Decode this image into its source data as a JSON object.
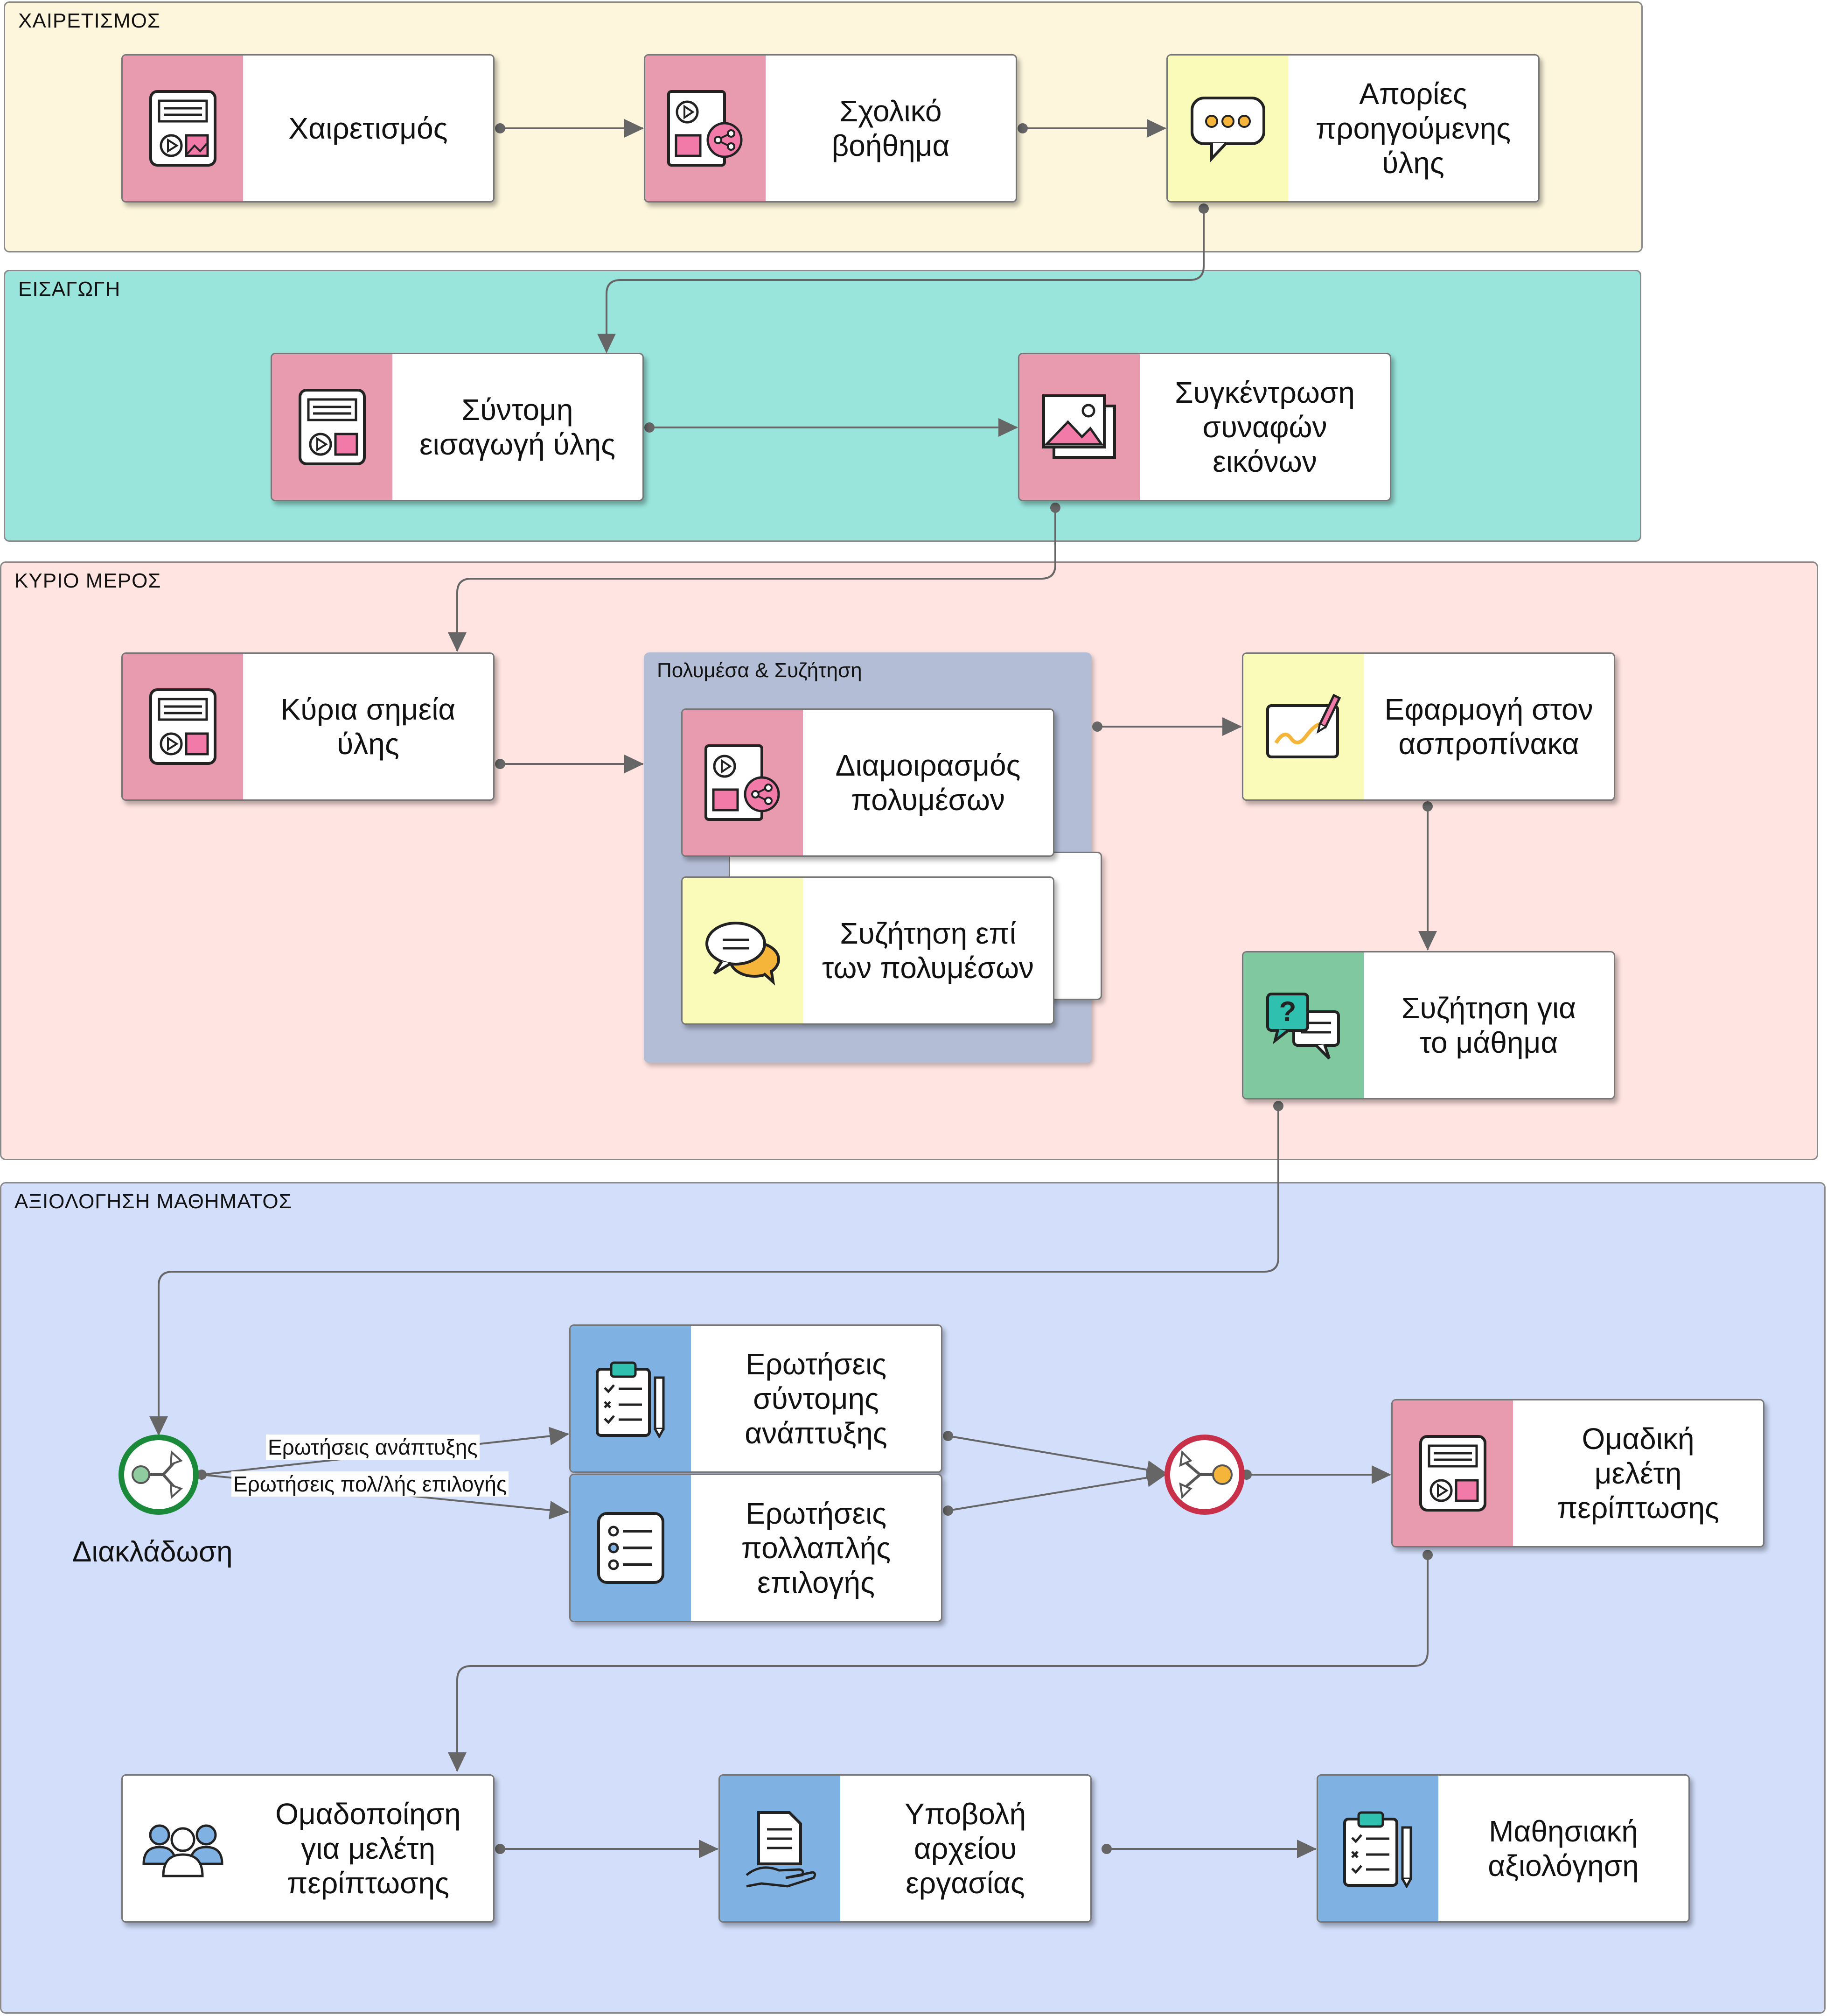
{
  "sections": {
    "greeting": "ΧΑΙΡΕΤΙΣΜΟΣ",
    "intro": "ΕΙΣΑΓΩΓΗ",
    "main": "ΚΥΡΙΟ ΜΕΡΟΣ",
    "eval": "ΑΞΙΟΛΟΓΗΣΗ ΜΑΘΗΜΑΤΟΣ"
  },
  "group": {
    "title": "Πολυμέσα & Συζήτηση"
  },
  "nodes": {
    "n1": "Χαιρετισμός",
    "n2": "Σχολικό\nβοήθημα",
    "n3": "Απορίες\nπρoηγούμενης\nύλης",
    "n4": "Σύντομη\nεισαγωγή ύλης",
    "n5": "Συγκέντρωση\nσυναφών\nεικόνων",
    "n6": "Κύρια σημεία\nύλης",
    "n7": "Διαμοιρασμός\nπολυμέσων",
    "n8": "Συζήτηση επί\nτων πολυμέσων",
    "n9": "Εφαρμογή στον\nασπροπίνακα",
    "n10": "Συζήτηση για\nτο μάθημα",
    "n11": "Ερωτήσεις\nσύντομης\nανάπτυξης",
    "n12": "Ερωτήσεις\nπολλαπλής\nεπιλογής",
    "n13": "Ομαδική\nμελέτη\nπερίπτωσης",
    "n14": "Ομαδοποίηση\nγια μελέτη\nπερίπτωσης",
    "n15": "Υποβολή\nαρχείου\nεργασίας",
    "n16": "Μαθησιακή\nαξιολόγηση"
  },
  "edge_labels": {
    "open": "Ερωτήσεις ανάπτυξης",
    "mc": "Ερωτήσεις πολ/λής επιλογής"
  },
  "gateway": {
    "label": "Διακλάδωση"
  },
  "colors": {
    "pink": "#e89aae",
    "yellow": "#fafbb8",
    "green": "#7fc8a0",
    "blue": "#7fb2e3",
    "section_greeting": "#fdf6dc",
    "section_intro": "#99e5dc",
    "section_main": "#ffe4e1",
    "section_eval": "#d2defa"
  }
}
